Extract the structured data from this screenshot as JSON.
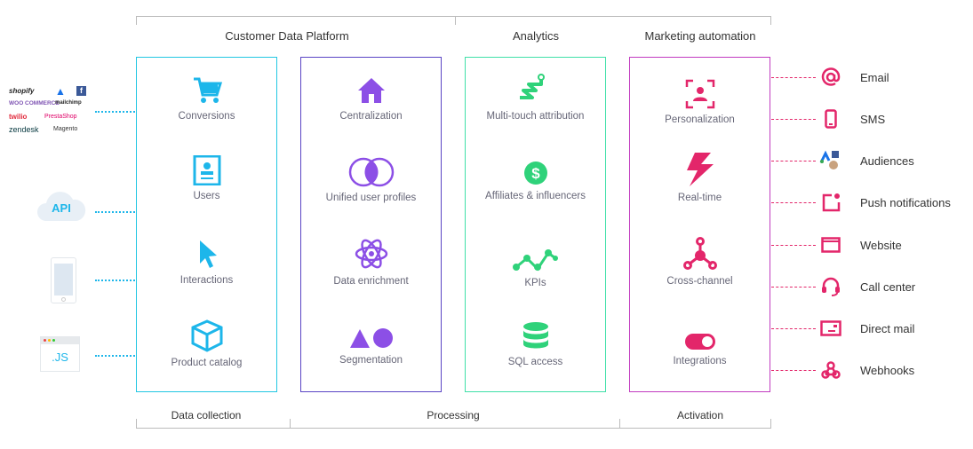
{
  "headers": {
    "cdp": "Customer Data Platform",
    "analytics": "Analytics",
    "marketing": "Marketing automation"
  },
  "footers": {
    "collection": "Data collection",
    "processing": "Processing",
    "activation": "Activation"
  },
  "colors": {
    "collection": "#22c7e3",
    "processing": "#5a44c4",
    "analytics": "#3fe0a8",
    "activation": "#c23cc0",
    "pink": "#e3266a",
    "purple_icon": "#8c4fe6",
    "green_icon": "#2fd27a",
    "cyan_icon": "#1db6ea"
  },
  "collection": [
    "Conversions",
    "Users",
    "Interactions",
    "Product catalog"
  ],
  "processing": [
    "Centralization",
    "Unified user profiles",
    "Data enrichment",
    "Segmentation"
  ],
  "analytics": [
    "Multi-touch attribution",
    "Affiliates & influencers",
    "KPIs",
    "SQL access"
  ],
  "activation": [
    "Personalization",
    "Real-time",
    "Cross-channel",
    "Integrations"
  ],
  "sources": {
    "logos": [
      "shopify",
      "WOO COMMERCE",
      "mailchimp",
      "twilio",
      "PrestaShop",
      "zendesk",
      "Magento"
    ],
    "api": "API",
    "js": ".JS"
  },
  "outputs": [
    "Email",
    "SMS",
    "Audiences",
    "Push notifications",
    "Website",
    "Call center",
    "Direct mail",
    "Webhooks"
  ]
}
